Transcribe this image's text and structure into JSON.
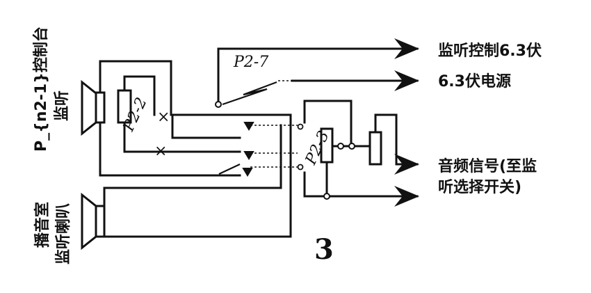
{
  "labels": {
    "p2_7": "P2-7",
    "p2_2": "P2-2",
    "p2_3": "P2-3",
    "speaker_top_line1": "P_{n2-1}控制台",
    "speaker_top_line2": "监听",
    "speaker_bottom_line1": "播音室",
    "speaker_bottom_line2": "监听喇叭",
    "out_monitor_ctrl": "监听控制6.3伏",
    "out_power": "6.3伏电源",
    "out_audio_line1": "音频信号(至监",
    "out_audio_line2": "听选择开关)",
    "figure_number": "3"
  }
}
